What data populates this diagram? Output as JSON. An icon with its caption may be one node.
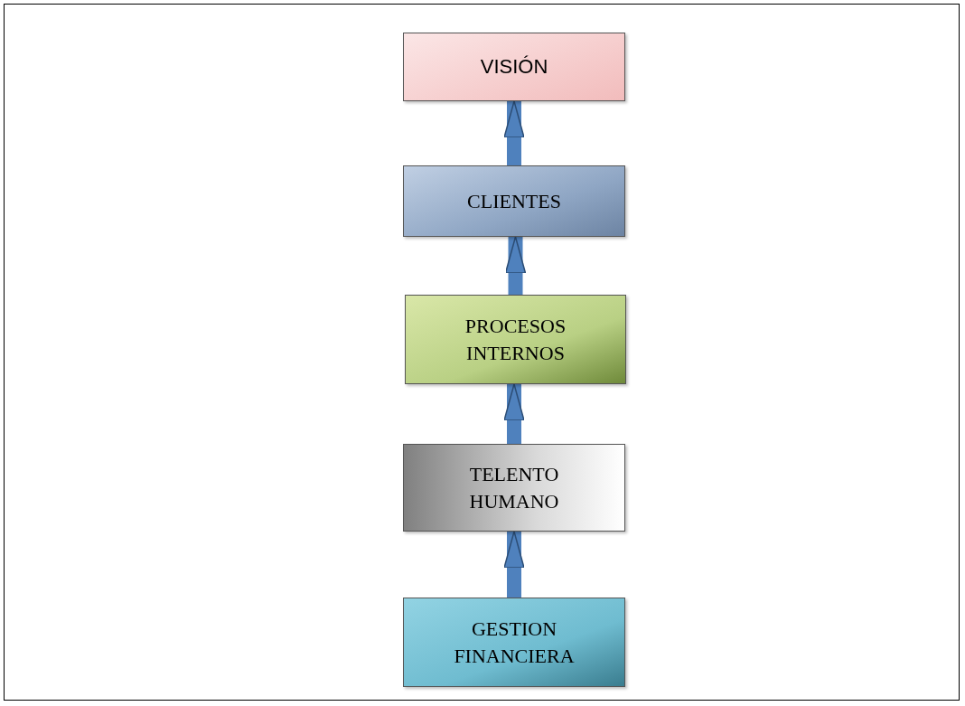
{
  "diagram": {
    "nodes": [
      {
        "text": [
          "VISIÓN"
        ]
      },
      {
        "text": [
          "CLIENTES"
        ]
      },
      {
        "text": [
          "PROCESOS INTERNOS"
        ]
      },
      {
        "text": [
          "TELENTO HUMANO"
        ]
      },
      {
        "text": [
          "GESTION FINANCIERA"
        ]
      }
    ],
    "edges": [
      {
        "from": 1,
        "to": 0,
        "arrow": "to"
      },
      {
        "from": 2,
        "to": 1,
        "arrow": "to"
      },
      {
        "from": 3,
        "to": 2,
        "arrow": "to"
      },
      {
        "from": 4,
        "to": 3,
        "arrow": "to"
      }
    ]
  }
}
